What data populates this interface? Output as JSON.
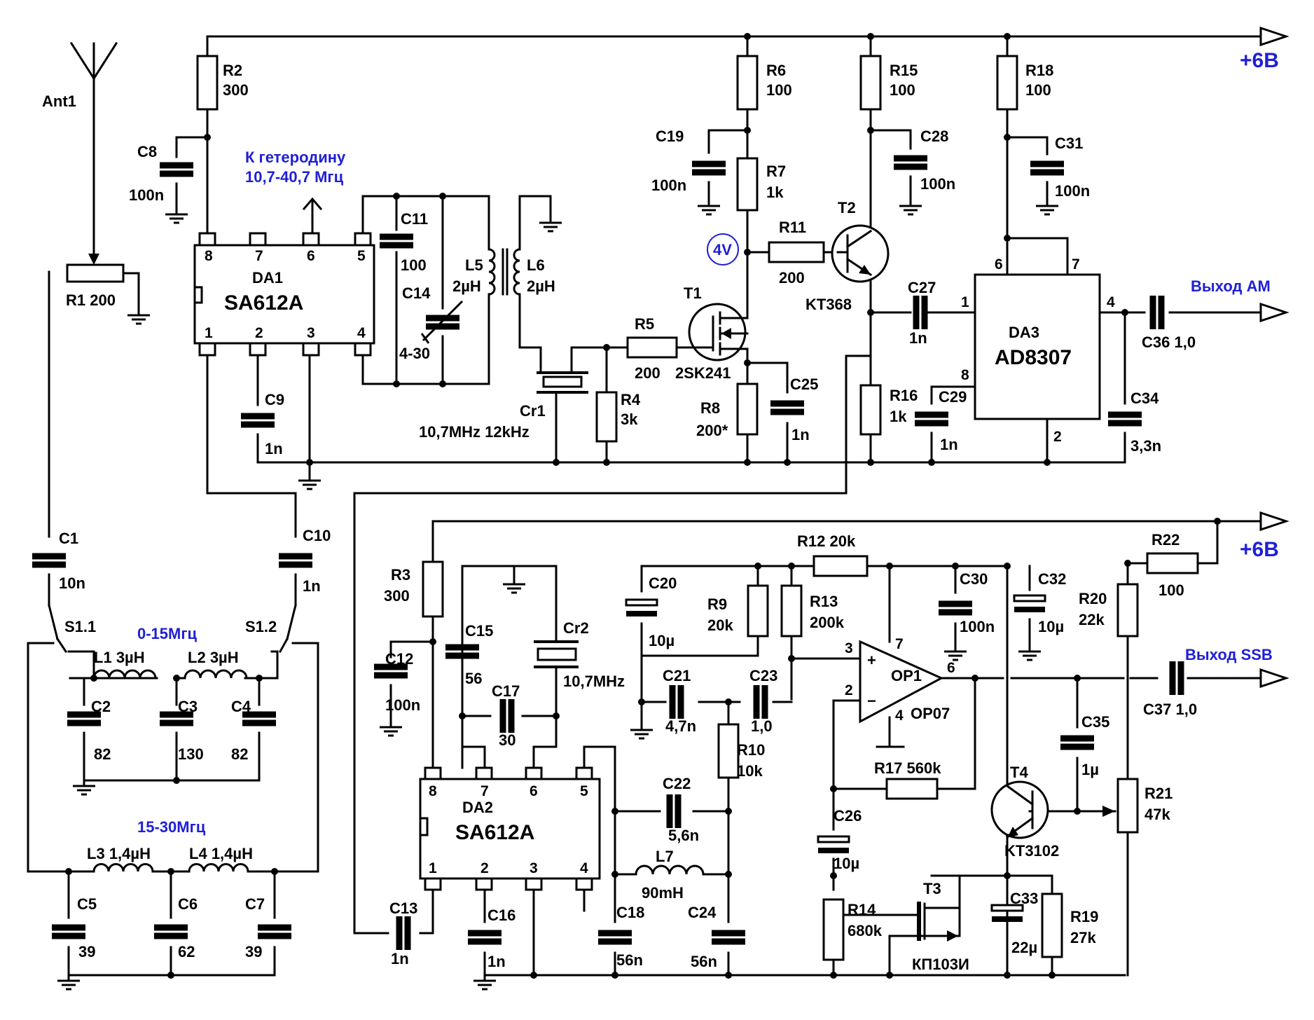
{
  "supply": "+6В",
  "antenna": "Ant1",
  "notes": {
    "heterodyne": [
      "К гетеродину",
      "10,7-40,7 Мгц"
    ],
    "band1": "0-15Мгц",
    "band2": "15-30Мгц",
    "voltage": "4V"
  },
  "outputs": {
    "am": "Выход АМ",
    "ssb": "Выход SSB"
  },
  "ics": {
    "da1": {
      "ref": "DA1",
      "name": "SA612A",
      "pins": [
        "8",
        "7",
        "6",
        "5",
        "1",
        "2",
        "3",
        "4"
      ]
    },
    "da2": {
      "ref": "DA2",
      "name": "SA612A",
      "pins": [
        "8",
        "7",
        "6",
        "5",
        "1",
        "2",
        "3",
        "4"
      ]
    },
    "da3": {
      "ref": "DA3",
      "name": "AD8307",
      "pins": [
        "6",
        "7",
        "1",
        "8",
        "4",
        "2"
      ]
    },
    "op1": {
      "ref": "OP1",
      "name": "OP07",
      "pins": [
        "3",
        "2",
        "7",
        "4",
        "6"
      ],
      "plus": "+",
      "minus": "−"
    }
  },
  "resistors": {
    "R1": [
      "R1",
      "200"
    ],
    "R2": [
      "R2",
      "300"
    ],
    "R3": [
      "R3",
      "300"
    ],
    "R4": [
      "R4",
      "3k"
    ],
    "R5": [
      "R5",
      "200"
    ],
    "R6": [
      "R6",
      "100"
    ],
    "R7": [
      "R7",
      "1k"
    ],
    "R8": [
      "R8",
      "200*"
    ],
    "R9": [
      "R9",
      "20k"
    ],
    "R10": [
      "R10",
      "10k"
    ],
    "R11": [
      "R11",
      "200"
    ],
    "R12": [
      "R12",
      "20k"
    ],
    "R13": [
      "R13",
      "200k"
    ],
    "R14": [
      "R14",
      "680k"
    ],
    "R15": [
      "R15",
      "100"
    ],
    "R16": [
      "R16",
      "1k"
    ],
    "R17": [
      "R17",
      "560k"
    ],
    "R18": [
      "R18",
      "100"
    ],
    "R19": [
      "R19",
      "27k"
    ],
    "R20": [
      "R20",
      "22k"
    ],
    "R21": [
      "R21",
      "47k"
    ],
    "R22": [
      "R22",
      "100"
    ]
  },
  "capacitors": {
    "C1": [
      "C1",
      "10n"
    ],
    "C2": [
      "C2",
      "82"
    ],
    "C3": [
      "C3",
      "130"
    ],
    "C4": [
      "C4",
      "82"
    ],
    "C5": [
      "C5",
      "39"
    ],
    "C6": [
      "C6",
      "62"
    ],
    "C7": [
      "C7",
      "39"
    ],
    "C8": [
      "C8",
      "100n"
    ],
    "C9": [
      "C9",
      "1n"
    ],
    "C10": [
      "C10",
      "1n"
    ],
    "C11": [
      "C11",
      "100"
    ],
    "C12": [
      "C12",
      "100n"
    ],
    "C13": [
      "C13",
      "1n"
    ],
    "C14": [
      "C14",
      "4-30"
    ],
    "C15": [
      "C15",
      "56"
    ],
    "C16": [
      "C16",
      "1n"
    ],
    "C17": [
      "C17",
      "30"
    ],
    "C18": [
      "C18",
      "56n"
    ],
    "C19": [
      "C19",
      "100n"
    ],
    "C20": [
      "C20",
      "10µ"
    ],
    "C21": [
      "C21",
      "4,7n"
    ],
    "C22": [
      "C22",
      "5,6n"
    ],
    "C23": [
      "C23",
      "1,0"
    ],
    "C24": [
      "C24",
      "56n"
    ],
    "C25": [
      "C25",
      "1n"
    ],
    "C26": [
      "C26",
      "10µ"
    ],
    "C27": [
      "C27",
      "1n"
    ],
    "C28": [
      "C28",
      "100n"
    ],
    "C29": [
      "C29",
      "1n"
    ],
    "C30": [
      "C30",
      "100n"
    ],
    "C31": [
      "C31",
      "100n"
    ],
    "C32": [
      "C32",
      "10µ"
    ],
    "C33": [
      "C33",
      "22µ"
    ],
    "C34": [
      "C34",
      "3,3n"
    ],
    "C35": [
      "C35",
      "1µ"
    ],
    "C36": [
      "C36",
      "1,0"
    ],
    "C37": [
      "C37",
      "1,0"
    ]
  },
  "inductors": {
    "L1": [
      "L1",
      "3µH"
    ],
    "L2": [
      "L2",
      "3µH"
    ],
    "L3": [
      "L3",
      "1,4µH"
    ],
    "L4": [
      "L4",
      "1,4µH"
    ],
    "L5": [
      "L5",
      "2µH"
    ],
    "L6": [
      "L6",
      "2µH"
    ],
    "L7": [
      "L7",
      "90mH"
    ]
  },
  "crystals": {
    "Cr1": [
      "Cr1",
      "10,7MHz 12kHz"
    ],
    "Cr2": [
      "Cr2",
      "10,7MHz"
    ]
  },
  "transistors": {
    "T1": [
      "T1",
      "2SK241"
    ],
    "T2": [
      "T2",
      "KT368"
    ],
    "T3": [
      "T3",
      "КП103И"
    ],
    "T4": [
      "T4",
      "KT3102"
    ]
  },
  "switches": {
    "S1_1": "S1.1",
    "S1_2": "S1.2"
  }
}
